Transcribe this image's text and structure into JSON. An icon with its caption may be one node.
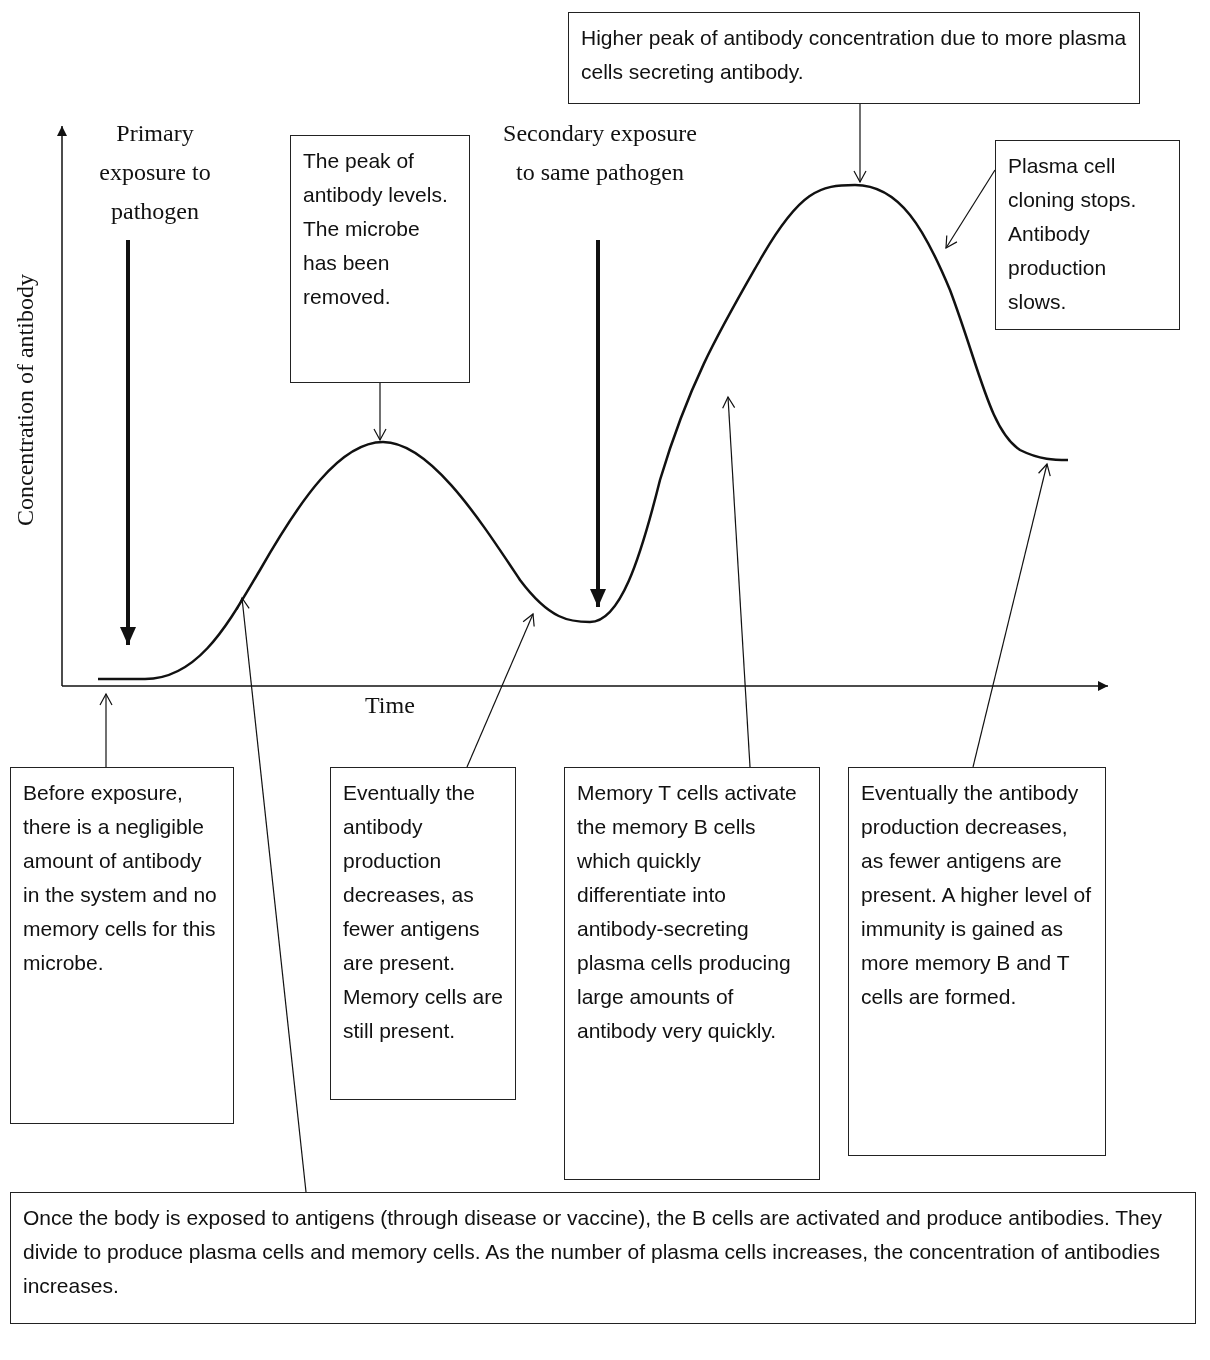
{
  "diagram": {
    "nodes": [
      {
        "text": [
          "Higher peak of antibody concentration due to more plasma cells secreting antibody."
        ]
      },
      {
        "text": [
          "Primary exposure to pathogen"
        ]
      },
      {
        "text": [
          "The peak of antibody levels. The microbe has been removed."
        ]
      },
      {
        "text": [
          "Secondary exposure to same pathogen"
        ]
      },
      {
        "text": [
          "Plasma cell cloning stops. Antibody production slows."
        ]
      },
      {
        "text": [
          "Before exposure, there is a negligible amount of antibody in the system and no memory cells for this microbe."
        ]
      },
      {
        "text": [
          "Eventually the antibody production decreases, as fewer antigens are present. Memory cells are still present."
        ]
      },
      {
        "text": [
          "Memory T cells activate the memory B cells which quickly differentiate into antibody-secreting plasma cells producing large amounts of antibody very quickly."
        ]
      },
      {
        "text": [
          "Eventually the antibody production decreases, as fewer antigens are present. A higher level of immunity is gained as more memory B and T cells are formed."
        ]
      },
      {
        "text": [
          "Once the body is exposed to antigens (through disease or vaccine), the B cells are activated and produce antibodies. They divide to produce plasma cells and memory cells. As the number of plasma cells increases, the concentration of antibodies increases."
        ]
      }
    ],
    "edges": [
      {
        "from": 0,
        "to": null,
        "arrow": "to"
      },
      {
        "from": 1,
        "to": null,
        "arrow": "to",
        "style": "thick"
      },
      {
        "from": 2,
        "to": null,
        "arrow": "to"
      },
      {
        "from": 3,
        "to": null,
        "arrow": "to",
        "style": "thick"
      },
      {
        "from": 4,
        "to": null,
        "arrow": "to"
      },
      {
        "from": 5,
        "to": null,
        "arrow": "to"
      },
      {
        "from": 6,
        "to": null,
        "arrow": "to"
      },
      {
        "from": 7,
        "to": null,
        "arrow": "to"
      },
      {
        "from": 8,
        "to": null,
        "arrow": "to"
      },
      {
        "from": 9,
        "to": null,
        "arrow": "to"
      }
    ],
    "labels": [
      "Concentration of antibody",
      "Time"
    ]
  }
}
